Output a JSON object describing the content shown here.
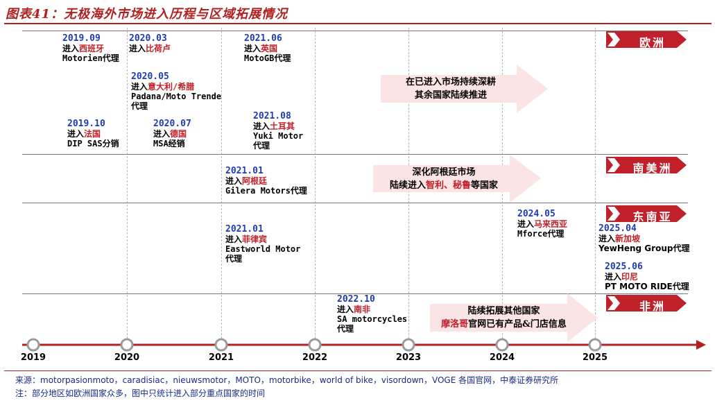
{
  "title": "图表41：无极海外市场进入历程与区域拓展情况",
  "regions": [
    {
      "label": "欧洲"
    },
    {
      "label": "南美洲"
    },
    {
      "label": "东南亚"
    },
    {
      "label": "非洲"
    }
  ],
  "years": [
    "2019",
    "2020",
    "2021",
    "2022",
    "2023",
    "2024",
    "2025"
  ],
  "events": [
    {
      "date": "2019.09",
      "prefix": "进入",
      "country": "西班牙",
      "partner": "Motorien代理"
    },
    {
      "date": "2020.03",
      "prefix": "进入",
      "country": "比荷卢",
      "partner": ""
    },
    {
      "date": "2021.06",
      "prefix": "进入",
      "country": "英国",
      "partner": "MotoGB代理"
    },
    {
      "date": "2020.05",
      "prefix": "进入",
      "country": "意大利/希腊",
      "partner": "Padana/Moto Trende",
      "partner2": "代理"
    },
    {
      "date": "2019.10",
      "prefix": "进入",
      "country": "法国",
      "partner": "DIP SAS分销"
    },
    {
      "date": "2020.07",
      "prefix": "进入",
      "country": "德国",
      "partner": "MSA经销"
    },
    {
      "date": "2021.08",
      "prefix": "进入",
      "country": "土耳其",
      "partner": "Yuki Motor",
      "partner2": "代理"
    },
    {
      "date": "2021.01",
      "prefix": "进入",
      "country": "阿根廷",
      "partner": "Gilera Motors代理"
    },
    {
      "date": "2021.01",
      "prefix": "进入",
      "country": "菲律宾",
      "partner": "Eastworld Motor",
      "partner2": "代理"
    },
    {
      "date": "2024.05",
      "prefix": "进入",
      "country": "马来西亚",
      "partner": "Mforce代理"
    },
    {
      "date": "2025.04",
      "prefix": "进入",
      "country": "新加坡",
      "partner": "YewHeng Group代理"
    },
    {
      "date": "2025.06",
      "prefix": "进入",
      "country": "印尼",
      "partner": "PT MOTO RIDE代理"
    },
    {
      "date": "2022.10",
      "prefix": "进入",
      "country": "南非",
      "partner": "SA motorcycles",
      "partner2": "代理"
    }
  ],
  "notes": {
    "europe": {
      "line1": "在已进入市场持续深耕",
      "line2": "其余国家陆续推进"
    },
    "samerica": {
      "line1": "深化阿根廷市场",
      "line2a": "陆续进入",
      "line2b": "智利、秘鲁",
      "line2c": "等国家"
    },
    "africa": {
      "line1": "陆续拓展其他国家",
      "line2a": "摩洛哥",
      "line2b": "官网已有产品&门店信息"
    }
  },
  "footer": {
    "source": "来源：motorpasionmoto，caradisiac，nieuwsmotor，MOTO，motorbike，world of bike，visordown，VOGE 各国官网，中泰证券研究所",
    "note": "注：部分地区如欧洲国家众多，图中只统计进入部分重点国家的时间"
  },
  "colors": {
    "accent": "#c0202a",
    "date": "#1f3bb3",
    "axis": "#b02020",
    "arrowfill": "#fbe4e4"
  }
}
